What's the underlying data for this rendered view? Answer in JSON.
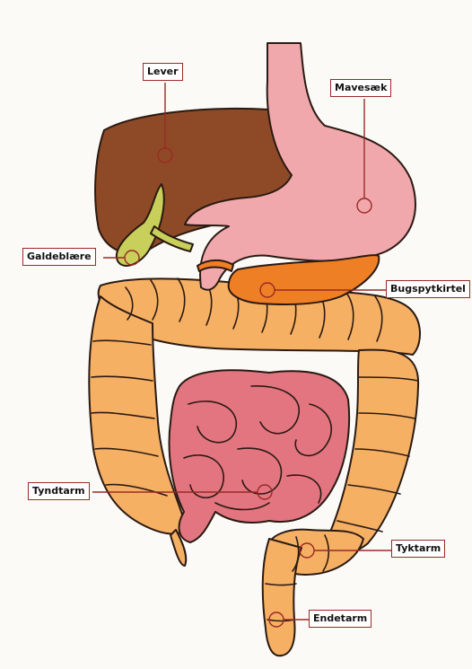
{
  "labels": {
    "lever": "Lever",
    "mavesaek": "Mavesæk",
    "galdeblaere": "Galdeblære",
    "bugspytkirtel": "Bugspytkirtel",
    "tyndtarm": "Tyndtarm",
    "tyktarm": "Tyktarm",
    "endetarm": "Endetarm"
  },
  "colors": {
    "liver": "#8e4a26",
    "stomach": "#f1a8ad",
    "gallbladder": "#c8cf5a",
    "pancreas": "#ef7f25",
    "small_intestine": "#e27580",
    "colon": "#f6b064",
    "leader": "#9a2a25"
  }
}
